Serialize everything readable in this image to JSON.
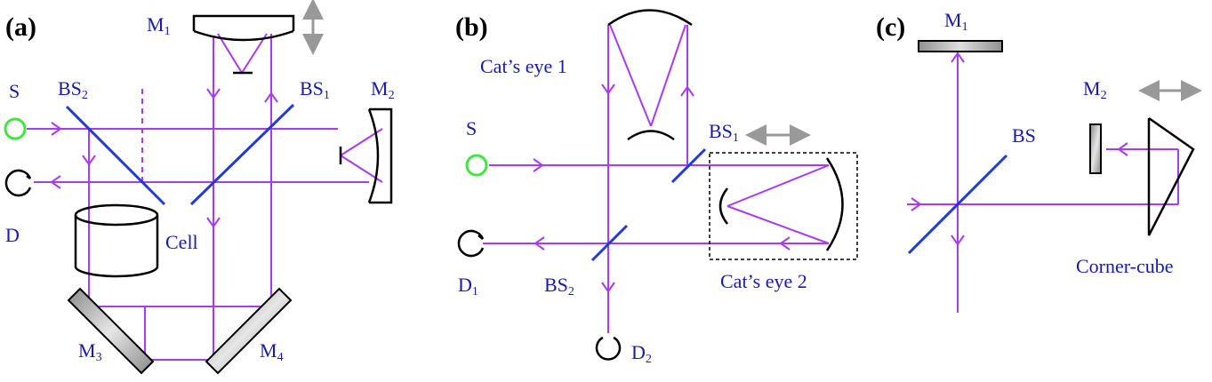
{
  "colors": {
    "beam": "#a83bf0",
    "beam_splitter": "#1f3ad6",
    "label": "#1a1aa8",
    "source": "#3ee83e",
    "arrow_gray": "#999999",
    "mirror_face": "#b8b8b8"
  },
  "panels": {
    "a": {
      "label": "(a)",
      "S": "S",
      "D": "D",
      "BS2_main": "BS",
      "BS2_sub": "2",
      "BS1_main": "BS",
      "BS1_sub": "1",
      "M1_main": "M",
      "M1_sub": "1",
      "M2_main": "M",
      "M2_sub": "2",
      "M3_main": "M",
      "M3_sub": "3",
      "M4_main": "M",
      "M4_sub": "4",
      "cell": "Cell"
    },
    "b": {
      "label": "(b)",
      "cats_eye_1": "Cat’s eye 1",
      "cats_eye_2": "Cat’s eye 2",
      "S": "S",
      "BS1_main": "BS",
      "BS1_sub": "1",
      "BS2_main": "BS",
      "BS2_sub": "2",
      "D1_main": "D",
      "D1_sub": "1",
      "D2_main": "D",
      "D2_sub": "2"
    },
    "c": {
      "label": "(c)",
      "M1_main": "M",
      "M1_sub": "1",
      "M2_main": "M",
      "M2_sub": "2",
      "BS": "BS",
      "corner_cube": "Corner-cube"
    }
  }
}
